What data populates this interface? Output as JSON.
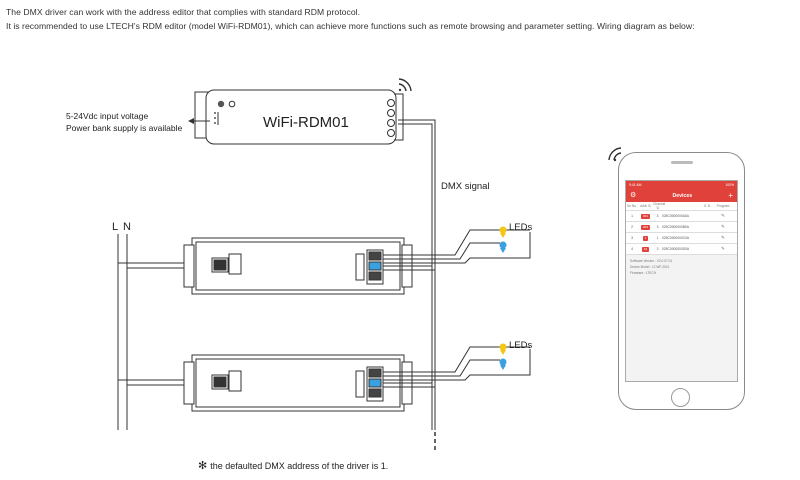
{
  "intro": {
    "line1": "The DMX driver can work with the address editor that complies with standard RDM protocol.",
    "line2": "It is recommended to use LTECH's RDM editor (model WiFi-RDM01), which can achieve more functions such as remote browsing and parameter setting. Wiring diagram as below:"
  },
  "editor": {
    "model": "WiFi-RDM01",
    "input_label_1": "5-24Vdc input voltage",
    "input_label_2": "Power bank supply is available"
  },
  "labels": {
    "dmx_signal": "DMX signal",
    "L": "L",
    "N": "N",
    "leds_1": "LEDs",
    "leds_2": "LEDs"
  },
  "footnote": {
    "star": "✻",
    "text": "the defaulted DMX address of the driver is 1."
  },
  "phone_app": {
    "status_time": "9:41 AM",
    "status_battery": "100%",
    "title": "Devices",
    "headers": [
      "Sn No.",
      "Addr ⇅",
      "Channel ⇅",
      "",
      "G ⇅",
      "Program"
    ],
    "rows": [
      {
        "sn": "1",
        "addr": "001",
        "ch": "3",
        "uid": "025C0000000A0A",
        "g": ""
      },
      {
        "sn": "2",
        "addr": "004",
        "ch": "3",
        "uid": "025C0000000B0A",
        "g": ""
      },
      {
        "sn": "3",
        "addr": "1",
        "ch": "1",
        "uid": "025C0000000C0A",
        "g": ""
      },
      {
        "sn": "4",
        "addr": "10",
        "ch": "3",
        "uid": "025C0000000D0A",
        "g": ""
      }
    ],
    "info_1": "Software Version : V2.0.07.01",
    "info_2": "Device Model : LT-WF-2521",
    "info_3": "Firmware : LTECH"
  },
  "colors": {
    "app_accent": "#e0413a",
    "led_yellow": "#f5c518",
    "led_blue": "#3aa0e0"
  }
}
